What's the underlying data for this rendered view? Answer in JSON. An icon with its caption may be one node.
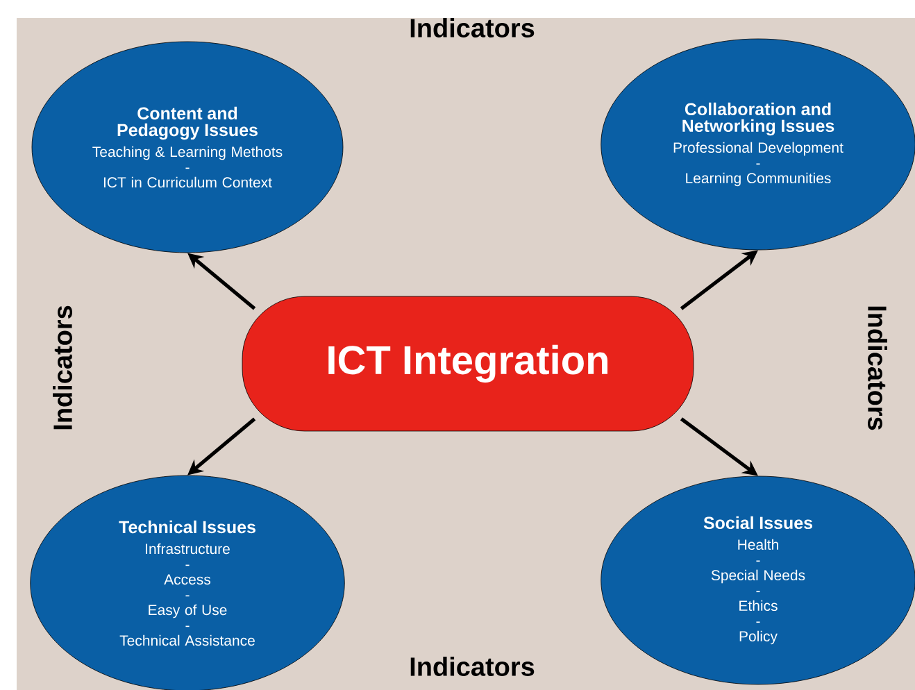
{
  "diagram": {
    "nodes": [
      {
        "text": [
          "Content and Pedagogy Issues",
          "Teaching & Learning Methots",
          "-",
          "ICT in Curriculum Context"
        ]
      },
      {
        "text": [
          "Collaboration and Networking Issues",
          "Professional Development",
          "-",
          "Learning Communities"
        ]
      },
      {
        "text": [
          "ICT Integration"
        ]
      },
      {
        "text": [
          "Technical Issues",
          "Infrastructure",
          "-",
          "Access",
          "-",
          "Easy of Use",
          "-",
          "Technical Assistance"
        ]
      },
      {
        "text": [
          "Social Issues",
          "Health",
          "-",
          "Special Needs",
          "-",
          "Ethics",
          "-",
          "Policy"
        ]
      }
    ],
    "edges": [
      {
        "from": 2,
        "to": 0,
        "arrow": "to"
      },
      {
        "from": 2,
        "to": 1,
        "arrow": "to"
      },
      {
        "from": 2,
        "to": 3,
        "arrow": "to"
      },
      {
        "from": 2,
        "to": 4,
        "arrow": "to"
      }
    ],
    "labels": [
      "Indicators",
      "Indicators",
      "Indicators",
      "Indicators"
    ]
  }
}
